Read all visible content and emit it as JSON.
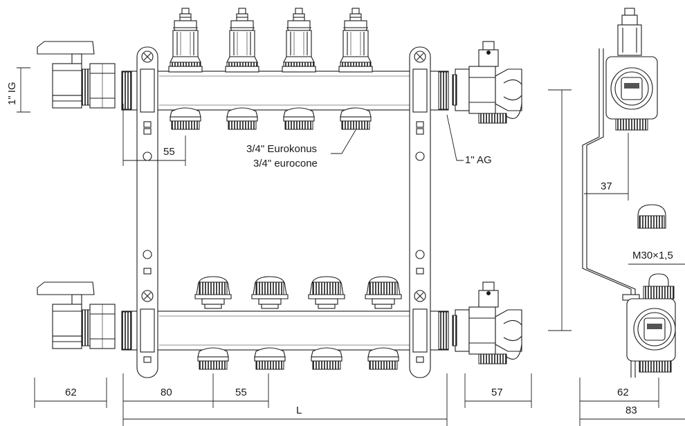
{
  "labels": {
    "inch_ig": "1\" IG",
    "eurokonus": "3/4\" Eurokonus",
    "eurocone": "3/4\" eurocone",
    "ag": "1\" AG",
    "m30": "M30×1,5"
  },
  "dimensions": {
    "d55_top": "55",
    "d62_left": "62",
    "d80": "80",
    "d55_bottom": "55",
    "dL": "L",
    "d57": "57",
    "d37": "37",
    "d62_right": "62",
    "d83": "83"
  },
  "colors": {
    "line": "#1a1a1a",
    "shade": "#555555",
    "background": "#ffffff"
  }
}
